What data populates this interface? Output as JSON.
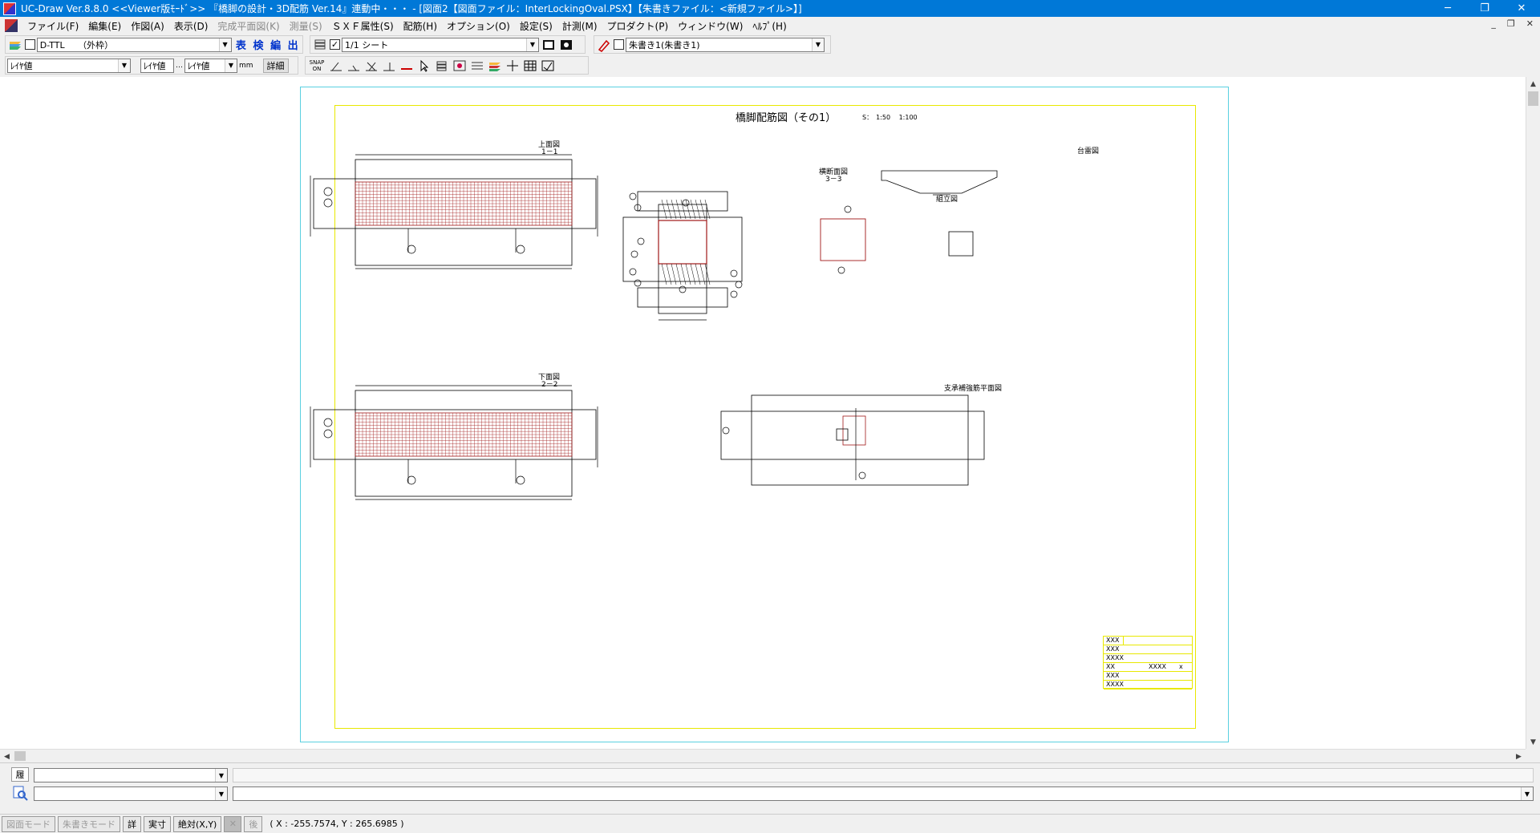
{
  "window": {
    "title": "UC-Draw Ver.8.8.0 <<Viewer版ﾓｰﾄﾞ>> 『橋脚の設計・3D配筋 Ver.14』連動中・・・ - [図面2【図面ファイル：InterLockingOval.PSX】【朱書きファイル：<新規ファイル>】]",
    "minimize": "─",
    "restore": "❐",
    "close": "✕"
  },
  "menu": {
    "items": [
      {
        "label": "ファイル(F)",
        "disabled": false
      },
      {
        "label": "編集(E)",
        "disabled": false
      },
      {
        "label": "作図(A)",
        "disabled": false
      },
      {
        "label": "表示(D)",
        "disabled": false
      },
      {
        "label": "完成平面図(K)",
        "disabled": true
      },
      {
        "label": "測量(S)",
        "disabled": true
      },
      {
        "label": "ＳＸＦ属性(S)",
        "disabled": false
      },
      {
        "label": "配筋(H)",
        "disabled": false
      },
      {
        "label": "オプション(O)",
        "disabled": false
      },
      {
        "label": "設定(S)",
        "disabled": false
      },
      {
        "label": "計測(M)",
        "disabled": false
      },
      {
        "label": "プロダクト(P)",
        "disabled": false
      },
      {
        "label": "ウィンドウ(W)",
        "disabled": false
      },
      {
        "label": "ﾍﾙﾌﾟ(H)",
        "disabled": false
      }
    ],
    "mdi_min": "_",
    "mdi_restore": "❐",
    "mdi_close": "✕"
  },
  "toolbar1": {
    "layer_value": "D-TTL　　（外枠）",
    "btn_hyo": "表",
    "btn_ken": "検",
    "btn_hen": "編",
    "btn_shutsu": "出",
    "sheet_value": "1/1 シート",
    "redline_value": "朱書き1(朱書き1)"
  },
  "toolbar2": {
    "combo1": "ﾚｲﾔ値",
    "combo2": "ﾚｲﾔ値",
    "combo3": "ﾚｲﾔ値",
    "unit": "mm",
    "detail": "詳細",
    "snap_line1": "SNAP",
    "snap_line2": "ON"
  },
  "drawing": {
    "title": "橋脚配筋図（その1）",
    "scale": "S：　1:50　 1:100",
    "view_top": "上面図",
    "view_top_sec": "1－1",
    "view_bottom": "下面図",
    "view_bottom_sec": "2－2",
    "view_cross": "横断面図",
    "view_cross_sec": "3－3",
    "view_assembly": "組立図",
    "view_pier": "台雷図",
    "view_bearing": "支承補強筋平面図",
    "title_block": {
      "rows": [
        "XXX",
        "XXX",
        "XXXX",
        "XX",
        "XXX",
        "XXXX"
      ],
      "value": "XXXX",
      "mark": "x"
    }
  },
  "command": {
    "history_icon_label": "履"
  },
  "status": {
    "mode_drawing": "図面モード",
    "mode_redline": "朱書きモード",
    "detail": "詳",
    "actual": "実寸",
    "absolute": "絶対(X,Y)",
    "after": "後",
    "coords": "( X : -255.7574, Y : 265.6985 )"
  },
  "colors": {
    "titlebar": "#0078d7",
    "paper_border": "#5ad0e0",
    "frame_border": "#e8e800",
    "rebar": "#a01818"
  }
}
